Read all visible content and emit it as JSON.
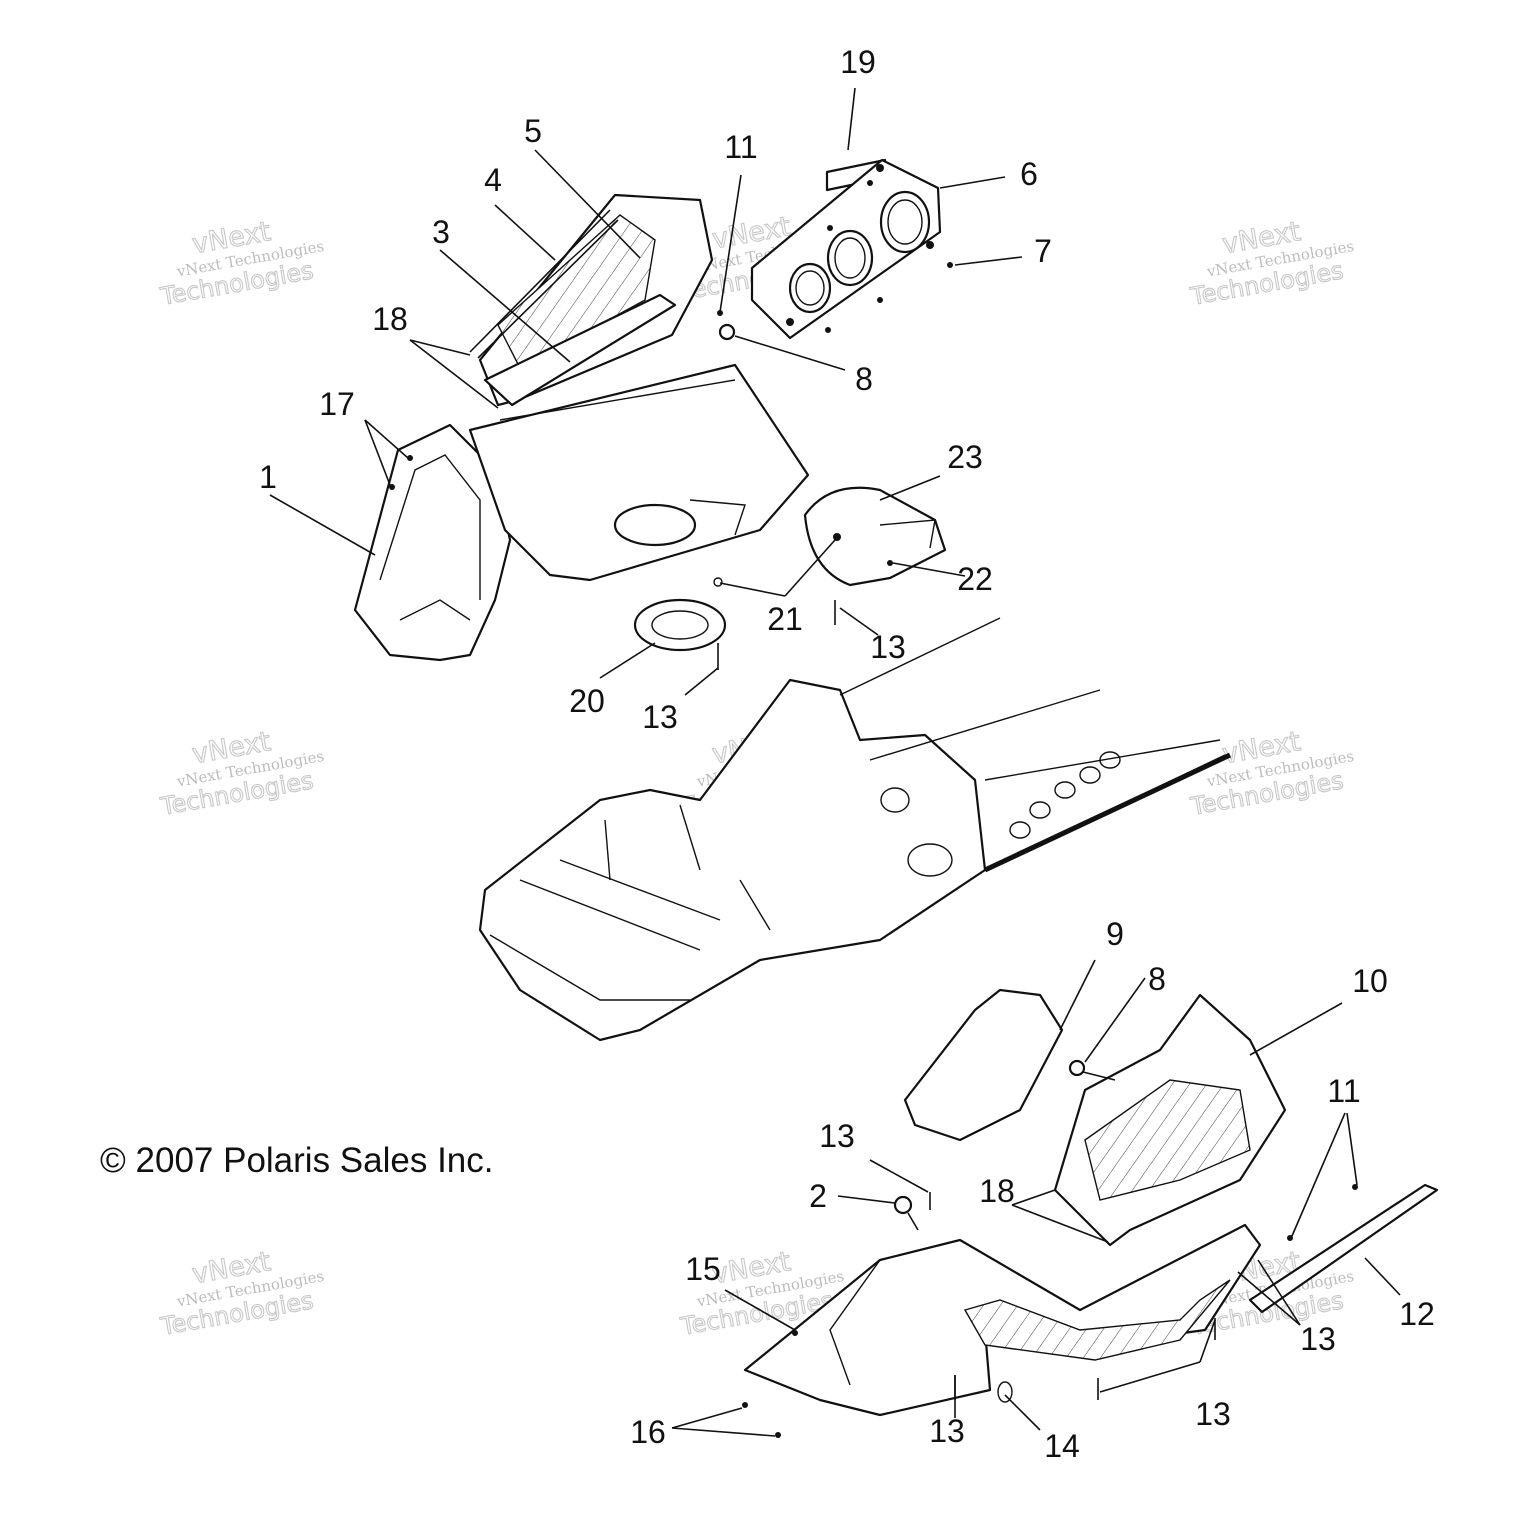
{
  "copyright": "© 2007 Polaris Sales Inc.",
  "watermark": {
    "line1": "vNext",
    "line2": "vNext Technologies",
    "line3": "Technologies"
  },
  "callouts": [
    {
      "id": "c1",
      "text": "1"
    },
    {
      "id": "c2",
      "text": "2"
    },
    {
      "id": "c3",
      "text": "3"
    },
    {
      "id": "c4",
      "text": "4"
    },
    {
      "id": "c5",
      "text": "5"
    },
    {
      "id": "c6",
      "text": "6"
    },
    {
      "id": "c7",
      "text": "7"
    },
    {
      "id": "c8a",
      "text": "8"
    },
    {
      "id": "c8b",
      "text": "8"
    },
    {
      "id": "c9",
      "text": "9"
    },
    {
      "id": "c10",
      "text": "10"
    },
    {
      "id": "c11a",
      "text": "11"
    },
    {
      "id": "c11b",
      "text": "11"
    },
    {
      "id": "c12",
      "text": "12"
    },
    {
      "id": "c13a",
      "text": "13"
    },
    {
      "id": "c13b",
      "text": "13"
    },
    {
      "id": "c13c",
      "text": "13"
    },
    {
      "id": "c13d",
      "text": "13"
    },
    {
      "id": "c13e",
      "text": "13"
    },
    {
      "id": "c13f",
      "text": "13"
    },
    {
      "id": "c14",
      "text": "14"
    },
    {
      "id": "c15",
      "text": "15"
    },
    {
      "id": "c16",
      "text": "16"
    },
    {
      "id": "c17",
      "text": "17"
    },
    {
      "id": "c18a",
      "text": "18"
    },
    {
      "id": "c18b",
      "text": "18"
    },
    {
      "id": "c19",
      "text": "19"
    },
    {
      "id": "c20",
      "text": "20"
    },
    {
      "id": "c21",
      "text": "21"
    },
    {
      "id": "c22",
      "text": "22"
    },
    {
      "id": "c23",
      "text": "23"
    }
  ]
}
